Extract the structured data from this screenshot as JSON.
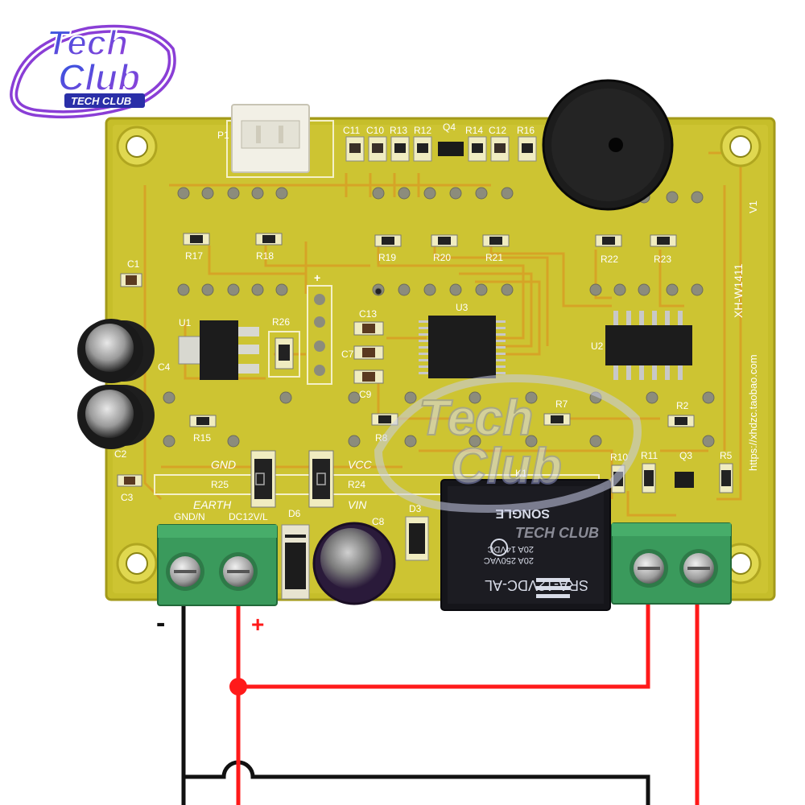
{
  "logo": {
    "line1": "Tech",
    "line2": "Club",
    "tagline": "TECH CLUB"
  },
  "watermark": {
    "line1": "Tech",
    "line2": "Club",
    "tagline": "TECH CLUB"
  },
  "board": {
    "model": "XH-W1411",
    "url": "https://xhdzc.taobao.com",
    "version": "V1",
    "labels": {
      "p1": "P1",
      "c1": "C1",
      "c3": "C3",
      "c4": "C4",
      "c7": "C7",
      "c9": "C9",
      "c13": "C13",
      "c2": "C2",
      "c11": "C11",
      "c10": "C10",
      "r13": "R13",
      "r12": "R12",
      "q4": "Q4",
      "r14": "R14",
      "c12": "C12",
      "r16": "R16",
      "r17": "R17",
      "r18": "R18",
      "r19": "R19",
      "r20": "R20",
      "r21": "R21",
      "r22": "R22",
      "r23": "R23",
      "u1": "U1",
      "r26": "R26",
      "u3": "U3",
      "u2": "U2",
      "r15": "R15",
      "r8": "R8",
      "r7": "R7",
      "r2": "R2",
      "r10": "R10",
      "r11": "R11",
      "q3": "Q3",
      "r5": "R5",
      "plus": "+",
      "gnd": "GND",
      "vcc": "VCC",
      "r25": "R25",
      "r24": "R24",
      "earth": "EARTH",
      "vin": "VIN",
      "gnd_n": "GND/N",
      "dc12v_l": "DC12V/L",
      "d6": "D6",
      "c8": "C8",
      "d3": "D3",
      "k1": "K1"
    }
  },
  "relay": {
    "model": "SRA-12VDC-AL",
    "rating1": "20A 250VAC",
    "rating2": "20A 14VDC",
    "brand": "SONGLE"
  },
  "wiring": {
    "minus": "-",
    "plus": "+"
  },
  "colors": {
    "pcb": "#c9c12c",
    "trace": "#d4a22a",
    "terminal": "#3a9a5c",
    "wire_red": "#ff1a1a",
    "wire_black": "#111111",
    "logo_blue": "#2a4fd8",
    "logo_purple": "#8a3ed6"
  }
}
